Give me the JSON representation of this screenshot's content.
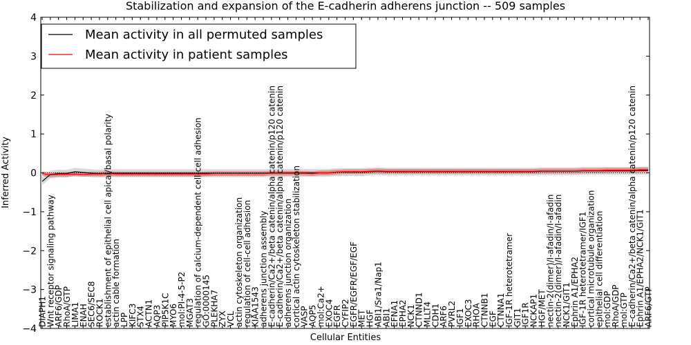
{
  "chart_data": {
    "type": "line",
    "title": "Stabilization and expansion of the E-cadherin adherens junction -- 509 samples",
    "xlabel": "Cellular Entities",
    "ylabel": "Inferred Activity",
    "ylim": [
      -4,
      4
    ],
    "yticks": [
      -4,
      -3,
      -2,
      -1,
      0,
      1,
      2,
      3,
      4
    ],
    "grid": false,
    "legend_position": "top-left",
    "reference_line": 0,
    "categories": [
      "DIAPH1",
      "Wnt receptor signaling pathway",
      "ARF6/GDP",
      "RhoA/GTP",
      "LIMA1",
      "ENAH",
      "SEC6/SEC8",
      "ROCK1",
      "establishment of epithelial cell apical/basal polarity",
      "actin cable formation",
      "LPP",
      "KIFC3",
      "STX4",
      "ACTN1",
      "AQP3",
      "PIP5K1C",
      "MYO6",
      "mol:PI-4-5-P2",
      "MGAT3",
      "regulation of calcium-dependent cell-cell adhesion",
      "GO:0000145",
      "PLEKHA7",
      "ZYX",
      "VCL",
      "actin cytoskeleton organization",
      "regulation of cell-cell adhesion",
      "KIAA1543",
      "adherens junction assembly",
      "E-cadherin/Ca2+/beta catenin/alpha catenin/p120 catenin",
      "E-cadherin/Ca2+/beta catenin/alpha catenin/p120 catenin",
      "adherens junction organization",
      "cortical actin cytoskeleton stabilization",
      "VASP",
      "AQP5",
      "mol:Ca2+",
      "EXOC4",
      "EGFR",
      "CYFIP2",
      "EGFR/EGFR/EGF/EGF",
      "MET",
      "HGF",
      "ABI1/Sra1/Nap1",
      "ABI1",
      "EFNA1",
      "EPHA2",
      "NCK1",
      "CTNND1",
      "MLLT4",
      "CDH1",
      "ARF6",
      "PVRL2",
      "IGF1",
      "EXOC3",
      "RHOA",
      "CTNNB1",
      "EGF",
      "CTNNA1",
      "IGF-1R heterotetramer",
      "GIT1",
      "IGF1R",
      "NCKAP1",
      "HGF/MET",
      "nectin-2(dimer)/I-afadin/I-afadin",
      "nectin-2(dimer)/I-afadin/I-afadin",
      "NCK1/GIT1",
      "Ephrin A1/EPHA2",
      "IGF-1R heterotetramer/IGF1",
      "cortical microtubule organization",
      "epithelial cell differentiation",
      "mol:GDP",
      "RhoA/GDP",
      "mol:GTP",
      "E-cadherin/Ca2+/beta catenin/alpha catenin/p120 catenin",
      "Ephrin A1/EPHA2/NCK1/GIT1",
      "ARF6/GTP"
    ],
    "series": [
      {
        "name": "Mean activity in all permuted samples",
        "color": "#000000",
        "values": [
          -0.22,
          -0.04,
          -0.02,
          -0.02,
          0.03,
          0.01,
          -0.01,
          -0.02,
          -0.01,
          -0.01,
          -0.01,
          -0.01,
          -0.01,
          -0.01,
          -0.01,
          -0.01,
          -0.01,
          -0.01,
          -0.01,
          -0.01,
          -0.01,
          -0.01,
          -0.01,
          -0.01,
          -0.01,
          -0.01,
          -0.01,
          -0.01,
          0.0,
          0.0,
          0.0,
          0.0,
          0.0,
          0.0,
          0.0,
          0.0,
          0.02,
          0.02,
          0.02,
          0.02,
          0.03,
          0.04,
          0.03,
          0.03,
          0.03,
          0.03,
          0.03,
          0.03,
          0.03,
          0.03,
          0.03,
          0.03,
          0.03,
          0.03,
          0.03,
          0.03,
          0.03,
          0.03,
          0.03,
          0.03,
          0.03,
          0.04,
          0.04,
          0.04,
          0.04,
          0.04,
          0.05,
          0.05,
          0.05,
          0.05,
          0.05,
          0.05,
          0.05,
          0.06,
          0.06
        ]
      },
      {
        "name": "Mean activity in patient samples",
        "color": "#ff0000",
        "values": [
          -0.02,
          -0.05,
          -0.04,
          -0.04,
          -0.03,
          -0.04,
          -0.03,
          -0.03,
          -0.02,
          -0.03,
          -0.03,
          -0.03,
          -0.03,
          -0.03,
          -0.03,
          -0.03,
          -0.03,
          -0.03,
          -0.03,
          -0.03,
          -0.03,
          -0.02,
          -0.02,
          -0.02,
          -0.02,
          -0.02,
          -0.02,
          -0.02,
          -0.01,
          -0.01,
          -0.01,
          -0.01,
          -0.01,
          -0.02,
          0.0,
          0.0,
          0.02,
          0.03,
          0.03,
          0.03,
          0.04,
          0.05,
          0.04,
          0.04,
          0.04,
          0.04,
          0.04,
          0.04,
          0.04,
          0.04,
          0.04,
          0.04,
          0.04,
          0.04,
          0.04,
          0.04,
          0.04,
          0.04,
          0.04,
          0.04,
          0.04,
          0.05,
          0.05,
          0.05,
          0.05,
          0.05,
          0.06,
          0.06,
          0.06,
          0.07,
          0.07,
          0.07,
          0.07,
          0.08,
          0.08
        ]
      }
    ],
    "spread": {
      "permuted_half_width": 0.1,
      "patient_half_width": 0.06
    }
  }
}
